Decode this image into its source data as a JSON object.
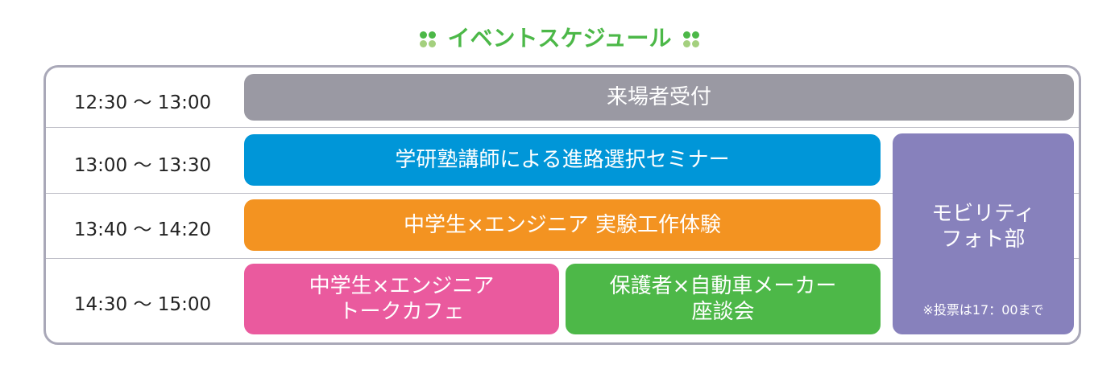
{
  "title": "イベントスケジュール",
  "colors": {
    "gray": "#9a99a3",
    "blue": "#0096d8",
    "orange": "#f39321",
    "pink": "#ea5a9e",
    "green": "#4db848",
    "purple": "#8781bc",
    "title": "#4cb848"
  },
  "times": [
    "12:30 〜 13:00",
    "13:00 〜 13:30",
    "13:40 〜 14:20",
    "14:30 〜 15:00"
  ],
  "events": {
    "reception": "来場者受付",
    "seminar": "学研塾講師による進路選択セミナー",
    "workshop": "中学生×エンジニア 実験工作体験",
    "talk_line1": "中学生×エンジニア",
    "talk_line2": "トークカフェ",
    "panel_line1": "保護者×自動車メーカー",
    "panel_line2": "座談会",
    "photo_line1": "モビリティ",
    "photo_line2": "フォト部",
    "photo_note": "※投票は17：00まで"
  }
}
